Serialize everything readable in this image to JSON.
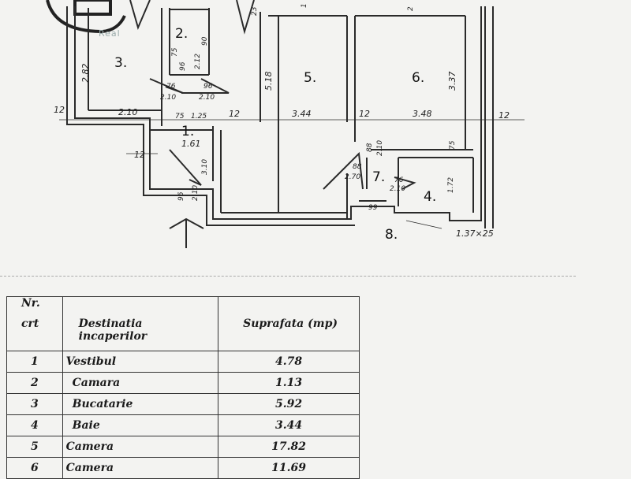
{
  "watermark": "Real",
  "plan": {
    "rooms": [
      "1.",
      "2.",
      "3.",
      "4.",
      "5.",
      "6.",
      "7.",
      "8."
    ],
    "dims": {
      "r3_h": "2.82",
      "r3_w": "2.10",
      "r2_a": "90",
      "r2_b": "2.12",
      "r2_c": "75",
      "r2_d": "96",
      "d76": "76",
      "d210a": "2.10",
      "d96": "96",
      "d210b": "2.10",
      "r5_h": "5.18",
      "r5_w": "3.44",
      "r6_h": "3.37",
      "r6_w": "3.48",
      "w12a": "12",
      "w12b": "12",
      "w12c": "12",
      "w12d": "12",
      "w12e": "12",
      "d75": "75",
      "d125": "1.25",
      "r1_w": "1.61",
      "r1_h": "3.10",
      "d96b": "96",
      "d210c": "2.10",
      "r7_a": "88",
      "r7_b": "2.10",
      "r7_c": "88",
      "r7_d": "2.70",
      "r7_e": "76",
      "r7_f": "2.10",
      "r4_h": "1.72",
      "d75b": "75",
      "r8": "99",
      "win": "1.37×25",
      "t1": "23",
      "t2": "2",
      "t3": "1"
    }
  },
  "table": {
    "headers": {
      "nr": "Nr.",
      "crt": "crt",
      "dest": "Destinatia",
      "dest2": "incaperilor",
      "area": "Suprafata (mp)"
    },
    "rows": [
      {
        "nr": "1",
        "name": "Vestibul",
        "area": "4.78"
      },
      {
        "nr": "2",
        "name": "Camara",
        "area": "1.13"
      },
      {
        "nr": "3",
        "name": "Bucatarie",
        "area": "5.92"
      },
      {
        "nr": "4",
        "name": "Baie",
        "area": "3.44"
      },
      {
        "nr": "5",
        "name": "Camera",
        "area": "17.82"
      },
      {
        "nr": "6",
        "name": "Camera",
        "area": "11.69"
      }
    ]
  }
}
